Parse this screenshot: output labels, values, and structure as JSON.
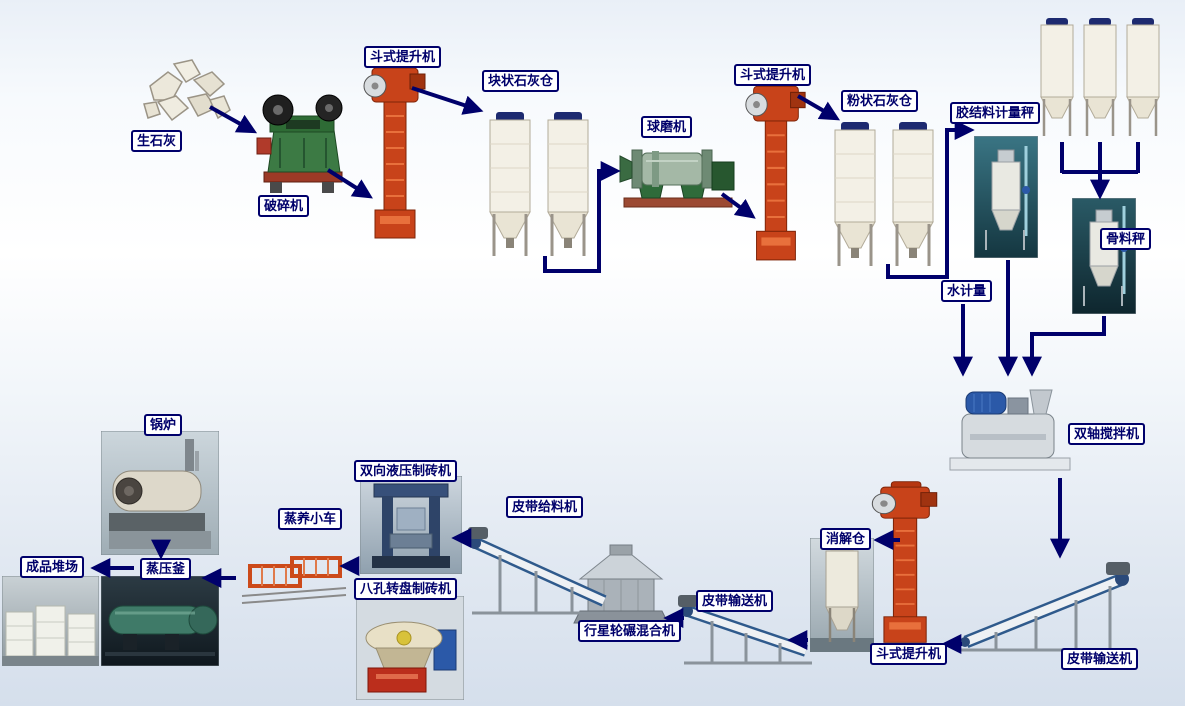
{
  "diagram": {
    "accent_color": "#00006b",
    "label_background": "#ffffff",
    "elevator_color": "#c8431a",
    "nodes": [
      {
        "id": "quicklime",
        "label": "生石灰"
      },
      {
        "id": "crusher",
        "label": "破碎机"
      },
      {
        "id": "bucket-elevator-1",
        "label": "斗式提升机"
      },
      {
        "id": "lump-lime-silo",
        "label": "块状石灰仓"
      },
      {
        "id": "ball-mill",
        "label": "球磨机"
      },
      {
        "id": "bucket-elevator-2",
        "label": "斗式提升机"
      },
      {
        "id": "powder-lime-silo",
        "label": "粉状石灰仓"
      },
      {
        "id": "binder-metering-scale",
        "label": "胶结料计量秤"
      },
      {
        "id": "aggregate-scale",
        "label": "骨料秤"
      },
      {
        "id": "water-metering",
        "label": "水计量"
      },
      {
        "id": "twin-shaft-mixer",
        "label": "双轴搅拌机"
      },
      {
        "id": "belt-conveyor-right",
        "label": "皮带输送机"
      },
      {
        "id": "bucket-elevator-3",
        "label": "斗式提升机"
      },
      {
        "id": "digestion-silo",
        "label": "消解仓"
      },
      {
        "id": "belt-conveyor-mid",
        "label": "皮带输送机"
      },
      {
        "id": "planetary-wheel-mill-mixer",
        "label": "行星轮碾混合机"
      },
      {
        "id": "belt-feeder",
        "label": "皮带给料机"
      },
      {
        "id": "hydraulic-brick-press",
        "label": "双向液压制砖机"
      },
      {
        "id": "rotary-brick-press",
        "label": "八孔转盘制砖机"
      },
      {
        "id": "steam-curing-trolley",
        "label": "蒸养小车"
      },
      {
        "id": "autoclave",
        "label": "蒸压釜"
      },
      {
        "id": "product-yard",
        "label": "成品堆场"
      },
      {
        "id": "boiler",
        "label": "锅炉"
      },
      {
        "id": "aggregate-silos",
        "label": ""
      }
    ],
    "edges": [
      {
        "from": "quicklime",
        "to": "crusher"
      },
      {
        "from": "crusher",
        "to": "bucket-elevator-1"
      },
      {
        "from": "bucket-elevator-1",
        "to": "lump-lime-silo"
      },
      {
        "from": "lump-lime-silo",
        "to": "ball-mill"
      },
      {
        "from": "ball-mill",
        "to": "bucket-elevator-2"
      },
      {
        "from": "bucket-elevator-2",
        "to": "powder-lime-silo"
      },
      {
        "from": "powder-lime-silo",
        "to": "binder-metering-scale"
      },
      {
        "from": "aggregate-silos",
        "to": "aggregate-scale"
      },
      {
        "from": "binder-metering-scale",
        "to": "twin-shaft-mixer"
      },
      {
        "from": "water-metering",
        "to": "twin-shaft-mixer"
      },
      {
        "from": "aggregate-scale",
        "to": "twin-shaft-mixer"
      },
      {
        "from": "twin-shaft-mixer",
        "to": "belt-conveyor-right"
      },
      {
        "from": "belt-conveyor-right",
        "to": "bucket-elevator-3"
      },
      {
        "from": "bucket-elevator-3",
        "to": "digestion-silo"
      },
      {
        "from": "digestion-silo",
        "to": "belt-conveyor-mid"
      },
      {
        "from": "belt-conveyor-mid",
        "to": "planetary-wheel-mill-mixer"
      },
      {
        "from": "planetary-wheel-mill-mixer",
        "to": "belt-feeder"
      },
      {
        "from": "belt-feeder",
        "to": "hydraulic-brick-press"
      },
      {
        "from": "hydraulic-brick-press",
        "to": "steam-curing-trolley"
      },
      {
        "from": "steam-curing-trolley",
        "to": "autoclave"
      },
      {
        "from": "autoclave",
        "to": "product-yard"
      },
      {
        "from": "boiler",
        "to": "autoclave"
      }
    ]
  }
}
